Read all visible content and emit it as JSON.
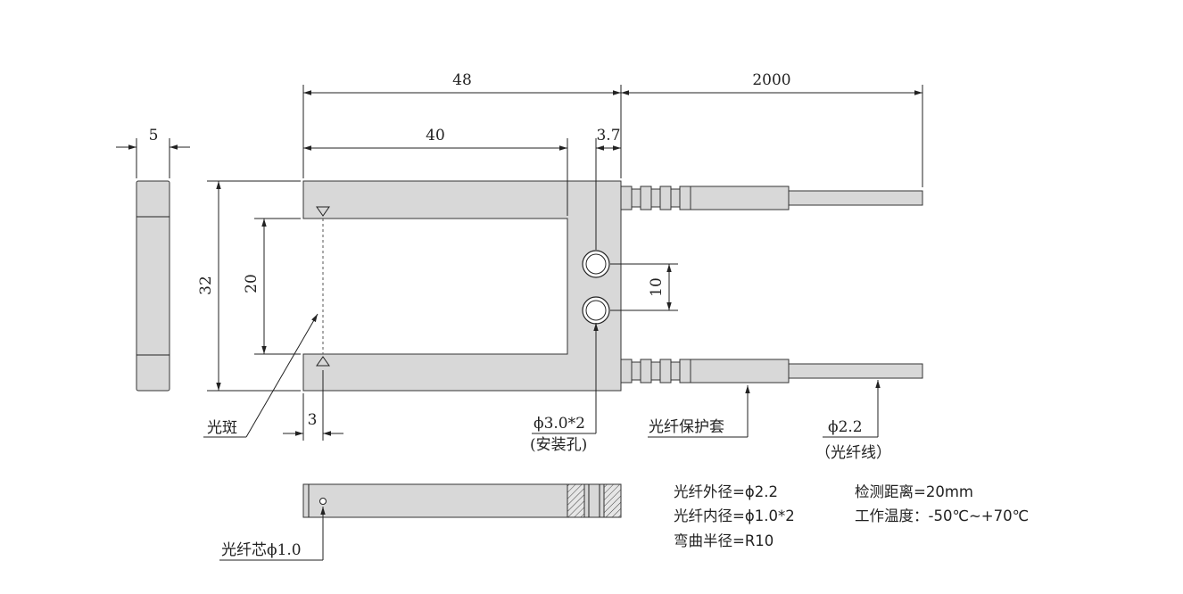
{
  "dimensions": {
    "side_width": "5",
    "overall_length": "48",
    "inner_length": "40",
    "edge_offset": "3.7",
    "cable_length": "2000",
    "overall_height": "32",
    "slot_height": "20",
    "hole_spacing": "10",
    "spot_offset": "3"
  },
  "callouts": {
    "spot": "光斑",
    "hole_size": "ϕ3.0*2",
    "hole_note": "(安装孔)",
    "sleeve": "光纤保护套",
    "fiber_size": "ϕ2.2",
    "fiber_note": "（光纤线）",
    "core": "光纤芯ϕ1.0"
  },
  "specs": {
    "outer_diameter": "光纤外径=ϕ2.2",
    "inner_diameter": "光纤内径=ϕ1.0*2",
    "bend_radius": "弯曲半径=R10",
    "sensing_distance": "检测距离=20mm",
    "operating_temp": "工作温度：-50℃~+70℃"
  }
}
